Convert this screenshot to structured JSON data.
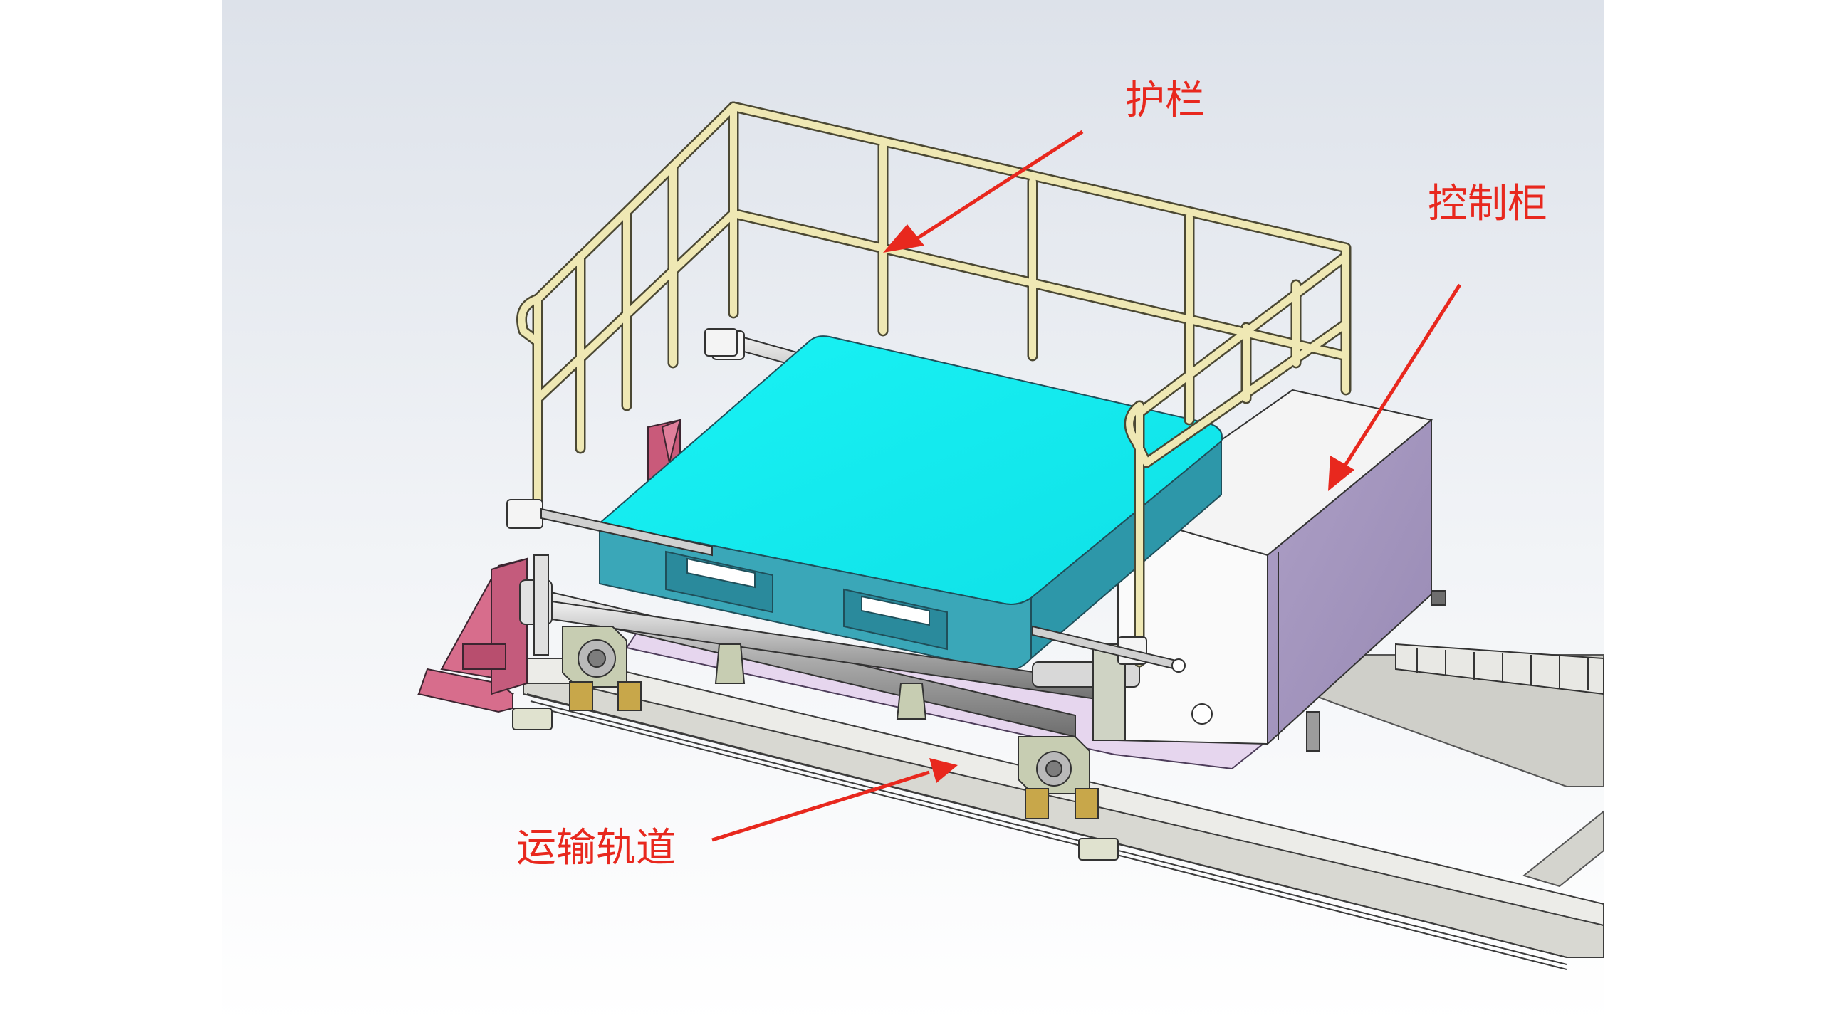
{
  "labels": {
    "guardrail": "护栏",
    "control_cabinet": "控制柜",
    "transport_track": "运输轨道"
  },
  "colors": {
    "background": "#ffffff",
    "viewport_gradient_top": "#dde2ea",
    "viewport_gradient_bottom": "#ffffff",
    "guardrail": "#efe8b4",
    "guardrail_stroke": "#4b4833",
    "pallet_top": "#16f0f3",
    "pallet_side": "#3aa7b8",
    "cabinet_front": "#fafafa",
    "cabinet_side": "#a597bf",
    "rail": "#d8d8d2",
    "rail_dark": "#3c3c3c",
    "bracket": "#d76d8c",
    "gearbox": "#c7cdb2",
    "plate": "#e6d6ee",
    "label": "#e8281e"
  }
}
